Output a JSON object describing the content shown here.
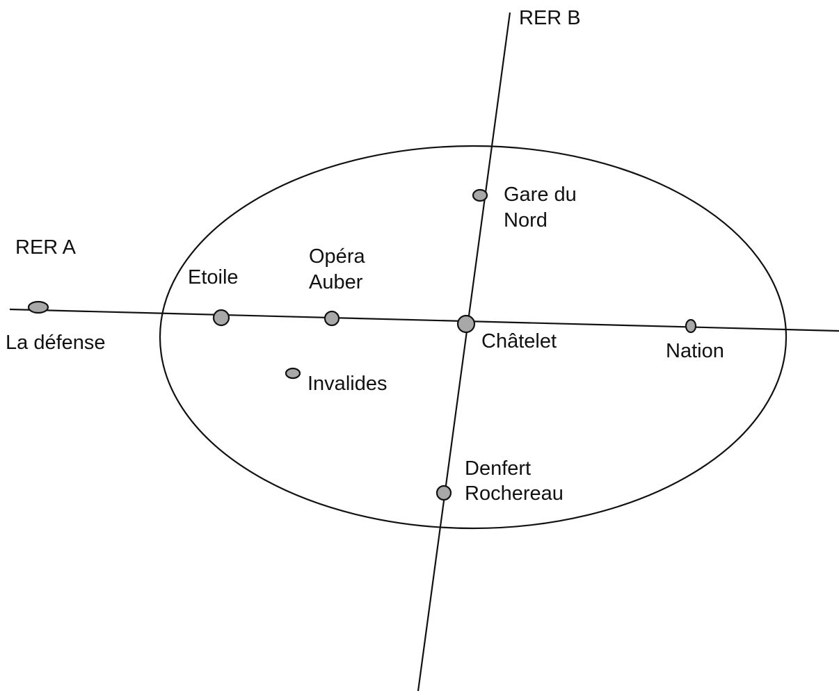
{
  "lines": {
    "rer_a": "RER A",
    "rer_b": "RER B"
  },
  "stations": {
    "la_defense": "La défense",
    "etoile": "Etoile",
    "opera_auber": [
      "Opéra",
      "Auber"
    ],
    "chatelet": "Châtelet",
    "nation": "Nation",
    "gare_du_nord": [
      "Gare du",
      "Nord"
    ],
    "denfert_rochereau": [
      "Denfert",
      "Rochereau"
    ],
    "invalides": "Invalides"
  },
  "colors": {
    "line": "#111111",
    "station_fill": "#a8a8a8",
    "background": "#ffffff"
  }
}
